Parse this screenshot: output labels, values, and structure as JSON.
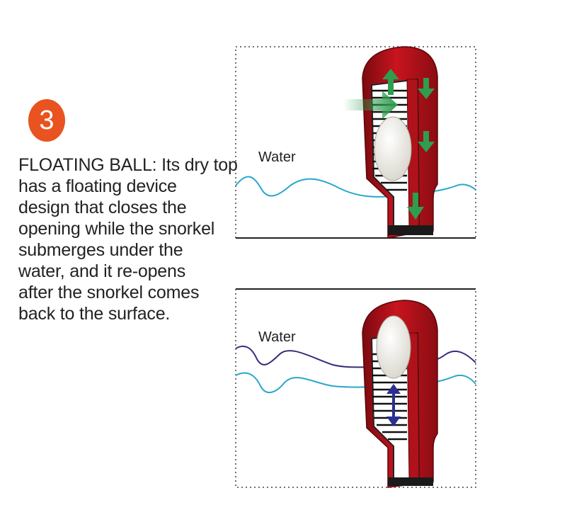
{
  "step": {
    "number": "3"
  },
  "description": {
    "lines": [
      "FLOATING BALL: Its dry top",
      "has a floating device",
      "design that closes the",
      "opening while the snorkel",
      "submerges under the",
      "water, and it re-opens",
      "after the snorkel comes",
      "back to the surface."
    ]
  },
  "panels": {
    "top": {
      "water_label": "Water"
    },
    "bottom": {
      "water_label": "Water"
    }
  },
  "colors": {
    "badge": "#e8531f",
    "tube": "#b0121b",
    "water_line": "#2aa7c9",
    "water_line_dark": "#3b2a7a",
    "arrow_green": "#2e9e4e",
    "arrow_blue": "#2b2f8f",
    "ball": "#efede6"
  }
}
